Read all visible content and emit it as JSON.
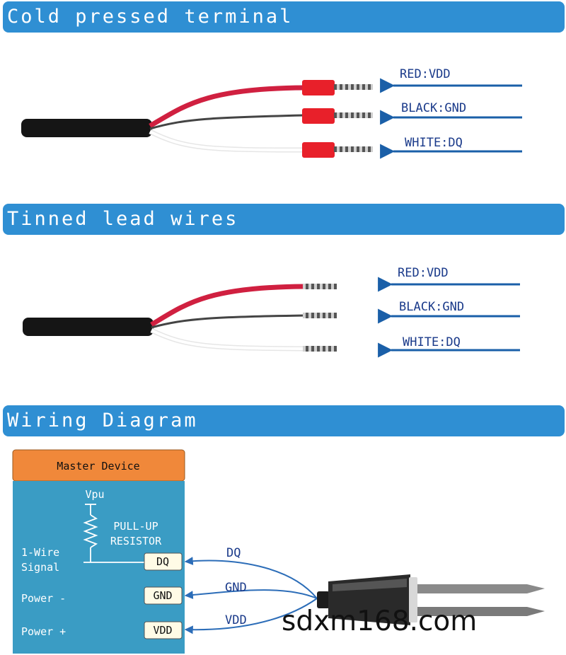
{
  "sections": {
    "cold": "Cold pressed terminal",
    "tinned": "Tinned lead wires",
    "wiring": "Wiring Diagram"
  },
  "wire_labels": {
    "red": "RED:VDD",
    "black": "BLACK:GND",
    "white": "WHITE:DQ"
  },
  "diagram": {
    "master": "Master Device",
    "vpu": "Vpu",
    "resistor_line1": "PULL-UP",
    "resistor_line2": "RESISTOR",
    "signal_line1": "1-Wire",
    "signal_line2": "Signal",
    "power_minus": "Power -",
    "power_plus": "Power +",
    "pins": [
      "DQ",
      "GND",
      "VDD"
    ],
    "wires": [
      "DQ",
      "GND",
      "VDD"
    ]
  },
  "watermark": "sdxm168.com",
  "colors": {
    "banner": "#2f8fd3",
    "label": "#1a3a8a",
    "panel": "#3a9cc4",
    "master_header": "#f0883a",
    "red_wire": "#d02040",
    "ferrule": "#e8202a"
  }
}
